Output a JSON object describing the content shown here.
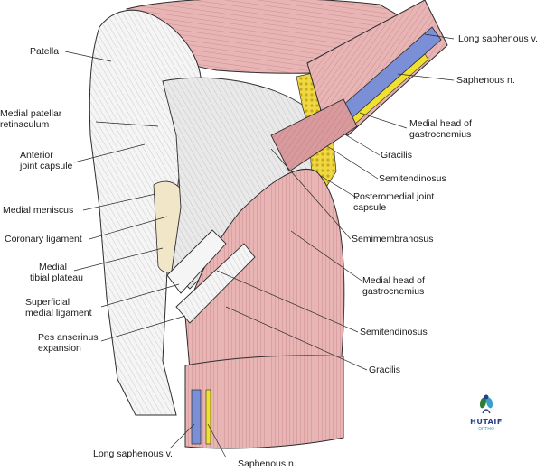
{
  "labels": {
    "patella": "Patella",
    "medial_patellar_retinaculum": [
      "Medial patellar",
      "retinaculum"
    ],
    "anterior_joint_capsule": [
      "Anterior",
      "joint capsule"
    ],
    "medial_meniscus": "Medial meniscus",
    "coronary_ligament": "Coronary ligament",
    "medial_tibial_plateau": [
      "Medial",
      "tibial plateau"
    ],
    "superficial_medial_ligament": [
      "Superficial",
      "medial ligament"
    ],
    "pes_anserinus_expansion": [
      "Pes anserinus",
      "expansion"
    ],
    "long_saphenous_v_bottom": "Long saphenous v.",
    "saphenous_n_bottom": "Saphenous n.",
    "long_saphenous_v_top": "Long saphenous v.",
    "saphenous_n_top": "Saphenous n.",
    "medial_head_gastrocnemius_top": [
      "Medial head of",
      "gastrocnemius"
    ],
    "gracilis_top": "Gracilis",
    "semitendinosus_top": "Semitendinosus",
    "posteromedial_joint_capsule": [
      "Posteromedial joint",
      "capsule"
    ],
    "semimembranosus": "Semimembranosus",
    "medial_head_gastrocnemius_mid": [
      "Medial head of",
      "gastrocnemius"
    ],
    "semitendinosus_mid": "Semitendinosus",
    "gracilis_bottom": "Gracilis"
  },
  "logo": {
    "name": "HUTAIF",
    "sub": "ORTHO"
  },
  "colors": {
    "muscle": "#e8b4b4",
    "muscle_dark": "#d99a9e",
    "tendon": "#f2f2f2",
    "vein": "#7b8fd6",
    "nerve": "#f0e030",
    "fat": "#f0d840",
    "bone": "#f2e6c8",
    "line": "#2a2a2a"
  }
}
